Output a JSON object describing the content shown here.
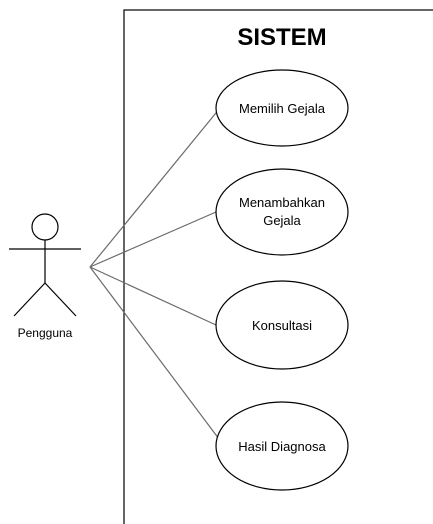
{
  "system": {
    "title": "SISTEM"
  },
  "actor": {
    "name": "Pengguna"
  },
  "use_cases": [
    {
      "label_lines": [
        "Memilih Gejala"
      ]
    },
    {
      "label_lines": [
        "Menambahkan",
        "Gejala"
      ]
    },
    {
      "label_lines": [
        "Konsultasi"
      ]
    },
    {
      "label_lines": [
        "Hasil Diagnosa"
      ]
    }
  ]
}
